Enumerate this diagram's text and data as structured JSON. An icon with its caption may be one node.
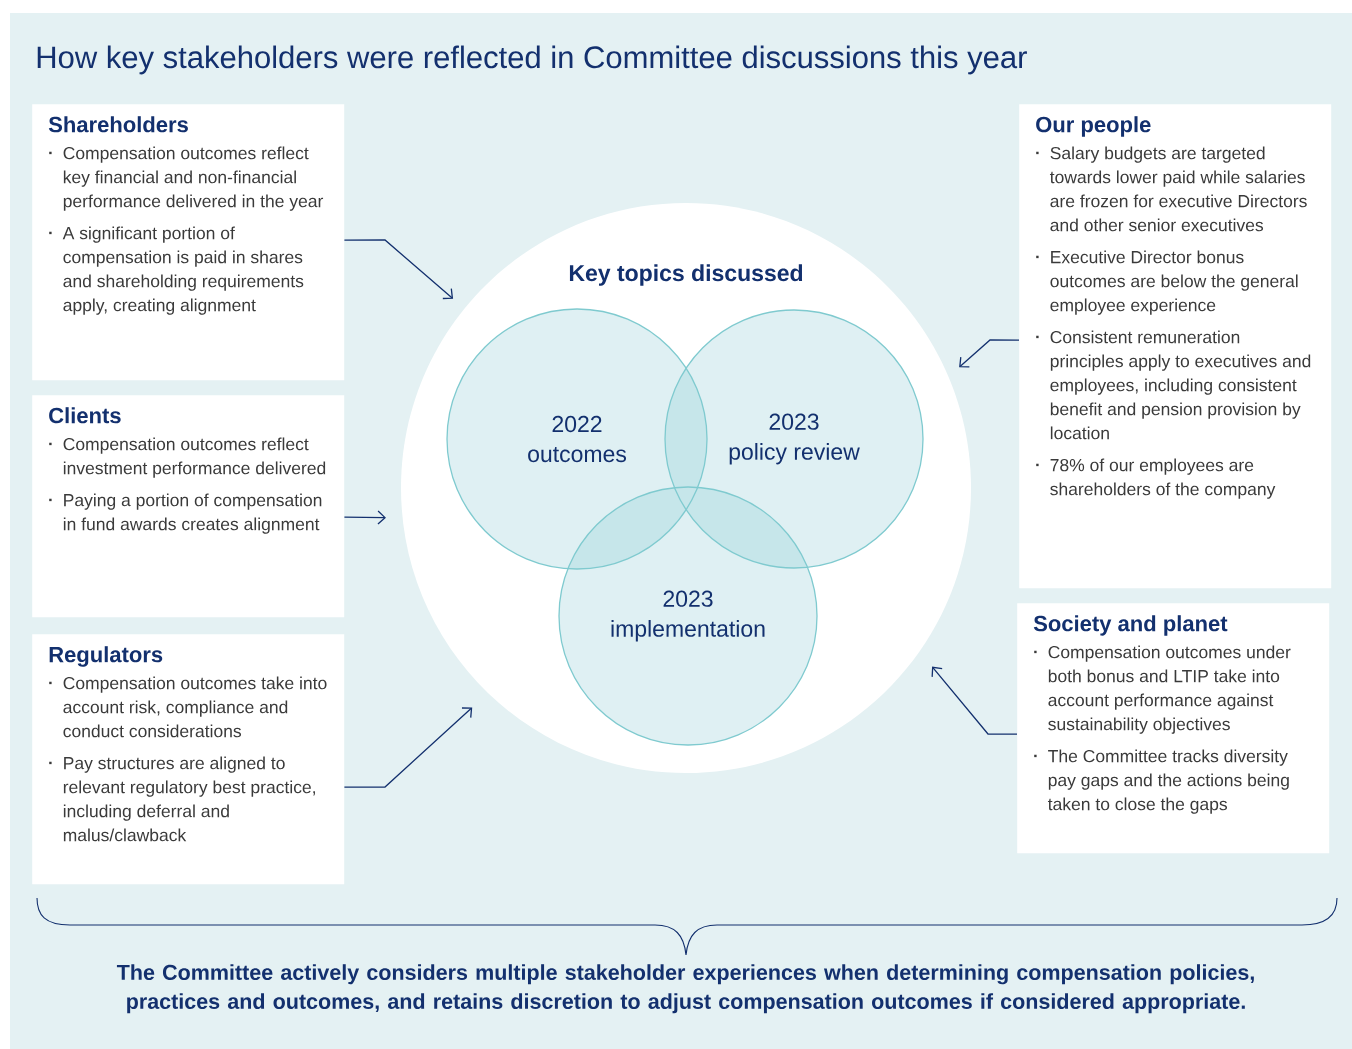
{
  "diagram": {
    "title": "How key stakeholders were reflected in Committee discussions this year",
    "nodes": [
      {
        "text": [
          "Shareholders",
          "Compensation outcomes reflect key financial and non-financial performance delivered in the year",
          "A significant portion of compensation is paid in shares and shareholding requirements apply, creating alignment"
        ]
      },
      {
        "text": [
          "Clients",
          "Compensation outcomes reflect investment performance delivered",
          "Paying a portion of compensation in fund awards creates alignment"
        ]
      },
      {
        "text": [
          "Regulators",
          "Compensation outcomes take into account risk, compliance and conduct considerations",
          "Pay structures are aligned to relevant regulatory best practice, including deferral and malus/clawback"
        ]
      },
      {
        "text": [
          "Our people",
          "Salary budgets are targeted towards lower paid while salaries are frozen for executive Directors and other senior executives",
          "Executive Director bonus outcomes are below the general employee experience",
          "Consistent remuneration principles apply to executives and employees, including consistent benefit and pension provision by location",
          "78% of our employees are shareholders of the company"
        ]
      },
      {
        "text": [
          "Society and planet",
          "Compensation outcomes under both bonus and LTIP take into account performance against sustainability objectives",
          "The Committee tracks diversity pay gaps and the actions being taken to close the gaps"
        ]
      },
      {
        "text": [
          "Key topics discussed"
        ]
      },
      {
        "text": [
          "2022 outcomes"
        ],
        "in": 5
      },
      {
        "text": [
          "2023 policy review"
        ],
        "in": 5
      },
      {
        "text": [
          "2023 implementation"
        ],
        "in": 5
      }
    ],
    "edges": [
      {
        "from": 0,
        "to": 5,
        "arrow": "to"
      },
      {
        "from": 1,
        "to": 5,
        "arrow": "to"
      },
      {
        "from": 2,
        "to": 5,
        "arrow": "to"
      },
      {
        "from": 3,
        "to": 5,
        "arrow": "to"
      },
      {
        "from": 4,
        "to": 5,
        "arrow": "to"
      }
    ],
    "caption": "The Committee actively considers multiple stakeholder experiences when determining compensation policies, practices and outcomes, and retains discretion to adjust compensation outcomes if considered appropriate."
  }
}
